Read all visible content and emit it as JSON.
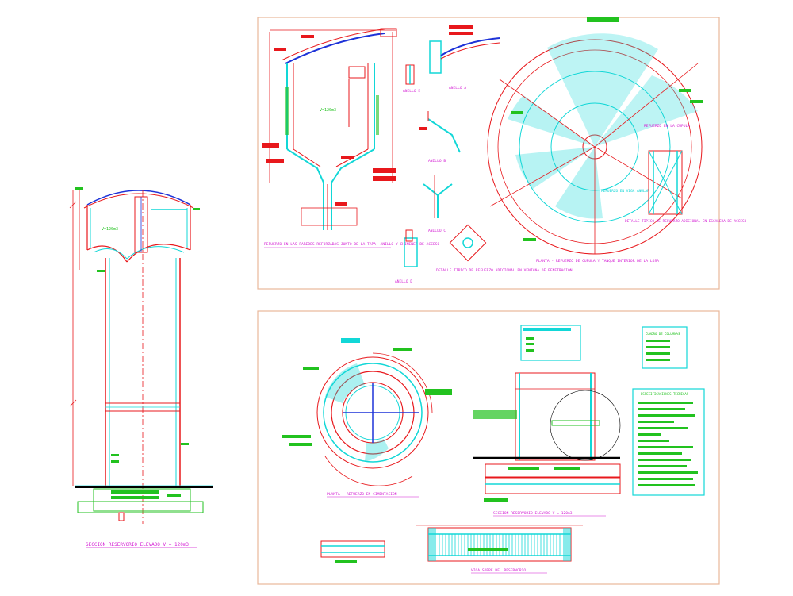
{
  "colors": {
    "red": "#e8181c",
    "cyan": "#12d7d7",
    "green": "#22c21f",
    "magenta": "#d31ad3",
    "blue": "#1d32d8",
    "frame": "#e9b79a",
    "black": "#000000"
  },
  "tank_section": {
    "title": "SECCION RESERVORIO ELEVADO  V = 120m3",
    "volume_label": "V=120m3"
  },
  "sheet1": {
    "wall_caption": "REFUERZO EN LAS PAREDES REFORZADAS JUNTO DE LA TAPA, ANILLO Y CHIMENEA DE ACCESO",
    "volume_label": "V=120m3",
    "angle_labels": [
      "ANILLO A",
      "ANILLO B",
      "ANILLO C",
      "ANILLO D",
      "ANILLO E"
    ],
    "typical_detail": "DETALLE TIPICO DE REFUERZO ADICIONAL EN VENTANA DE PENETRACION",
    "dome_reinforcement": "REFUERZO EN LA CUPULA",
    "plan_title": "PLANTA - REFUERZO DE CUPULA Y TANQUE INTERIOR DE LA LOSA",
    "ring_beam": "REFUERZO EN VIGA ANULAR",
    "ladder_detail": "DETALLE TIPICO DE REFUERZO ADICIONAL EN ESCALERA DE ACCESO"
  },
  "sheet2": {
    "plan_title": "PLANTA - REFUERZO EN CIMENTACION",
    "section_title": "SECCION RESERVORIO ELEVADO  V = 120m3",
    "beam_title": "VIGA SOBRE DEL RESERVORIO",
    "specs_title": "ESPECIFICACIONES TECNICAS",
    "notes_title": "CUADRO DE COLUMNAS"
  }
}
